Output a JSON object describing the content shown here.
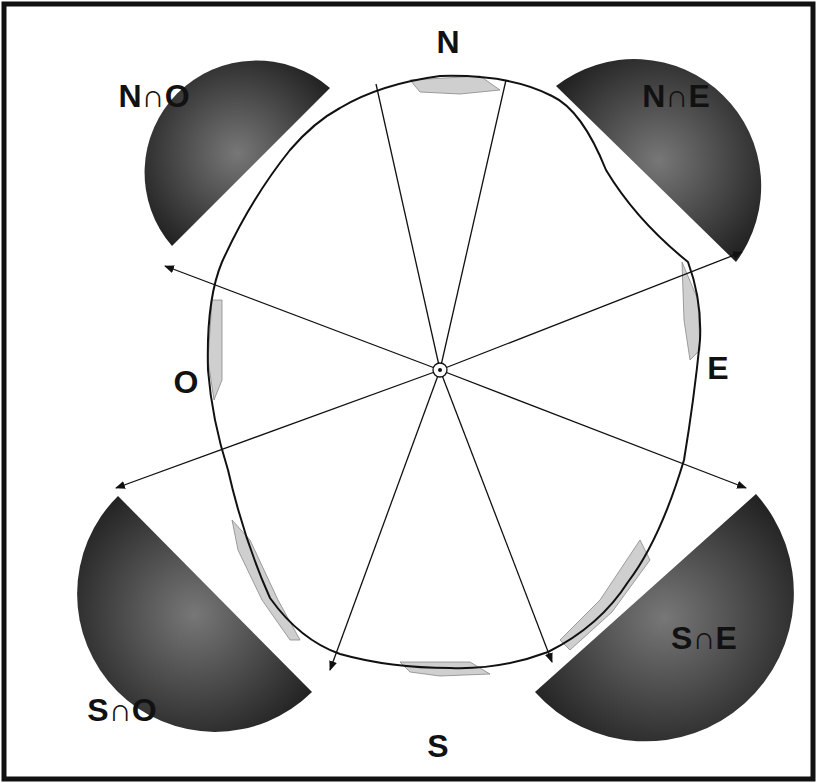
{
  "diagram": {
    "labels": [
      "N",
      "N∩O",
      "N∩E",
      "O",
      "E",
      "S∩O",
      "S∩E",
      "S"
    ]
  }
}
